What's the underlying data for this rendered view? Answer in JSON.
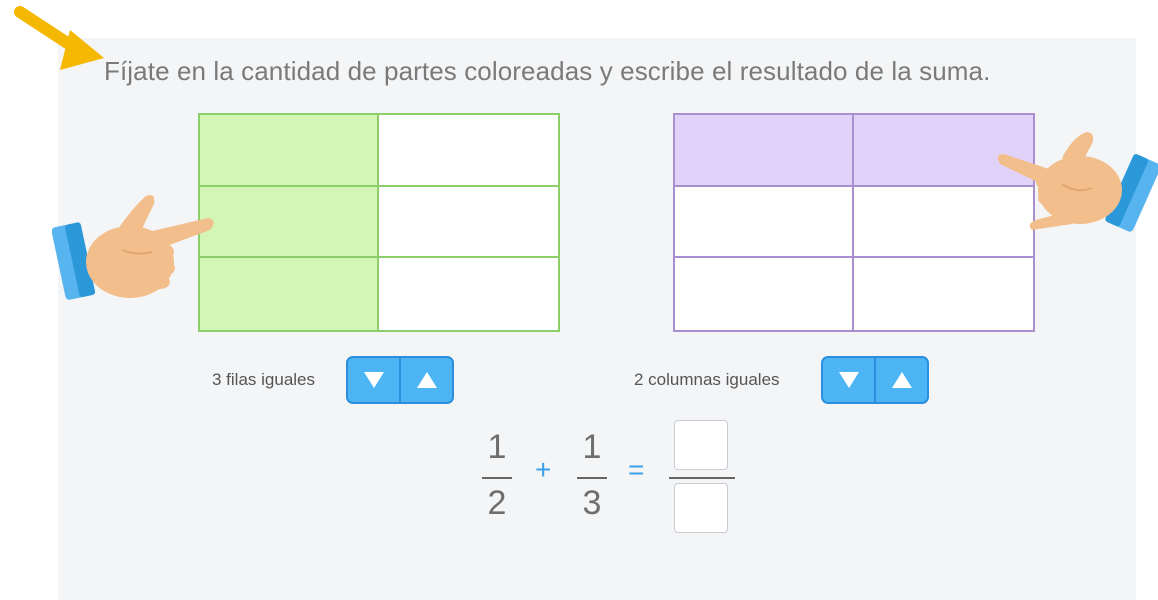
{
  "instruction": "Fíjate en la cantidad de partes coloreadas y escribe el resultado de la suma.",
  "left_grid": {
    "rows": 3,
    "cols": 2,
    "filled_cells": [
      true,
      false,
      true,
      false,
      true,
      false
    ],
    "border_color": "#8ccf6a",
    "fill_color": "#d3f6b6"
  },
  "right_grid": {
    "rows": 3,
    "cols": 2,
    "filled_cells": [
      true,
      true,
      false,
      false,
      false,
      false
    ],
    "border_color": "#a98fd0",
    "fill_color": "#e1d2fa"
  },
  "controls": {
    "rows": {
      "label": "3 filas iguales"
    },
    "cols": {
      "label": "2 columnas iguales"
    }
  },
  "equation": {
    "fraction1": {
      "numerator": "1",
      "denominator": "2"
    },
    "plus": "+",
    "fraction2": {
      "numerator": "1",
      "denominator": "3"
    },
    "equals": "=",
    "answer_numerator": "",
    "answer_denominator": ""
  },
  "colors": {
    "stepper_fill": "#4eb5f5",
    "stepper_border": "#2c8fde",
    "operator": "#3aa0e6",
    "pointer_arrow": "#f5b800"
  },
  "icons": {
    "pointer_arrow": "arrow-icon",
    "left_hand": "pointing-hand-icon",
    "right_hand": "pointing-hand-icon",
    "down": "triangle-down-icon",
    "up": "triangle-up-icon"
  }
}
